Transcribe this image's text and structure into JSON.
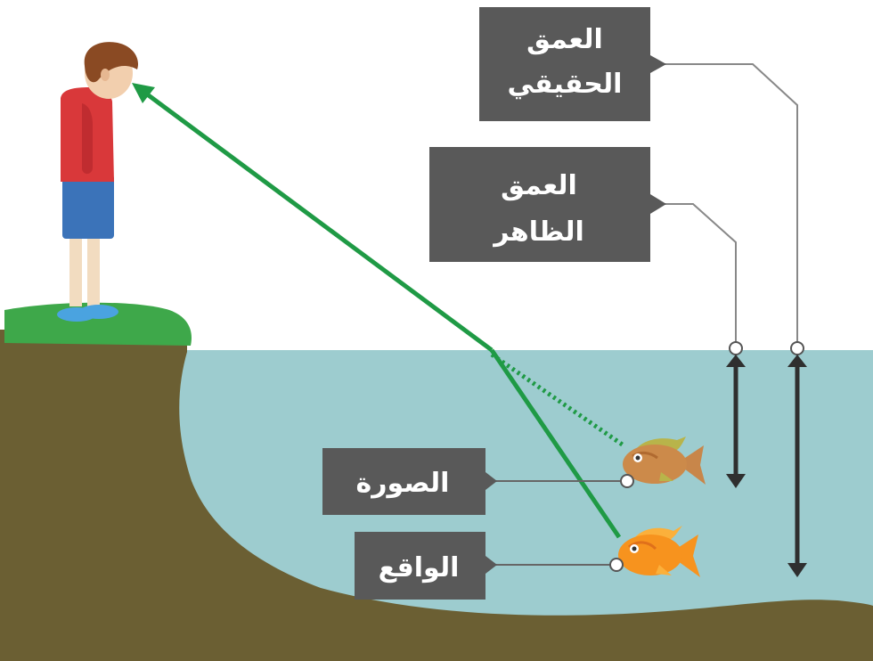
{
  "labels": {
    "real_depth": [
      "العمق",
      "الحقيقي"
    ],
    "apparent_depth": [
      "العمق",
      "الظاهر"
    ],
    "image": "الصورة",
    "real": "الواقع"
  },
  "colors": {
    "water": "#9dcccf",
    "ground": "#6b5f33",
    "grass": "#3ea84a",
    "label_box": "#595959",
    "ray": "#1f9a45",
    "arrow": "#2f2f2f",
    "fish_real": "#f7931e",
    "fish_image": "#cc8a4a"
  }
}
